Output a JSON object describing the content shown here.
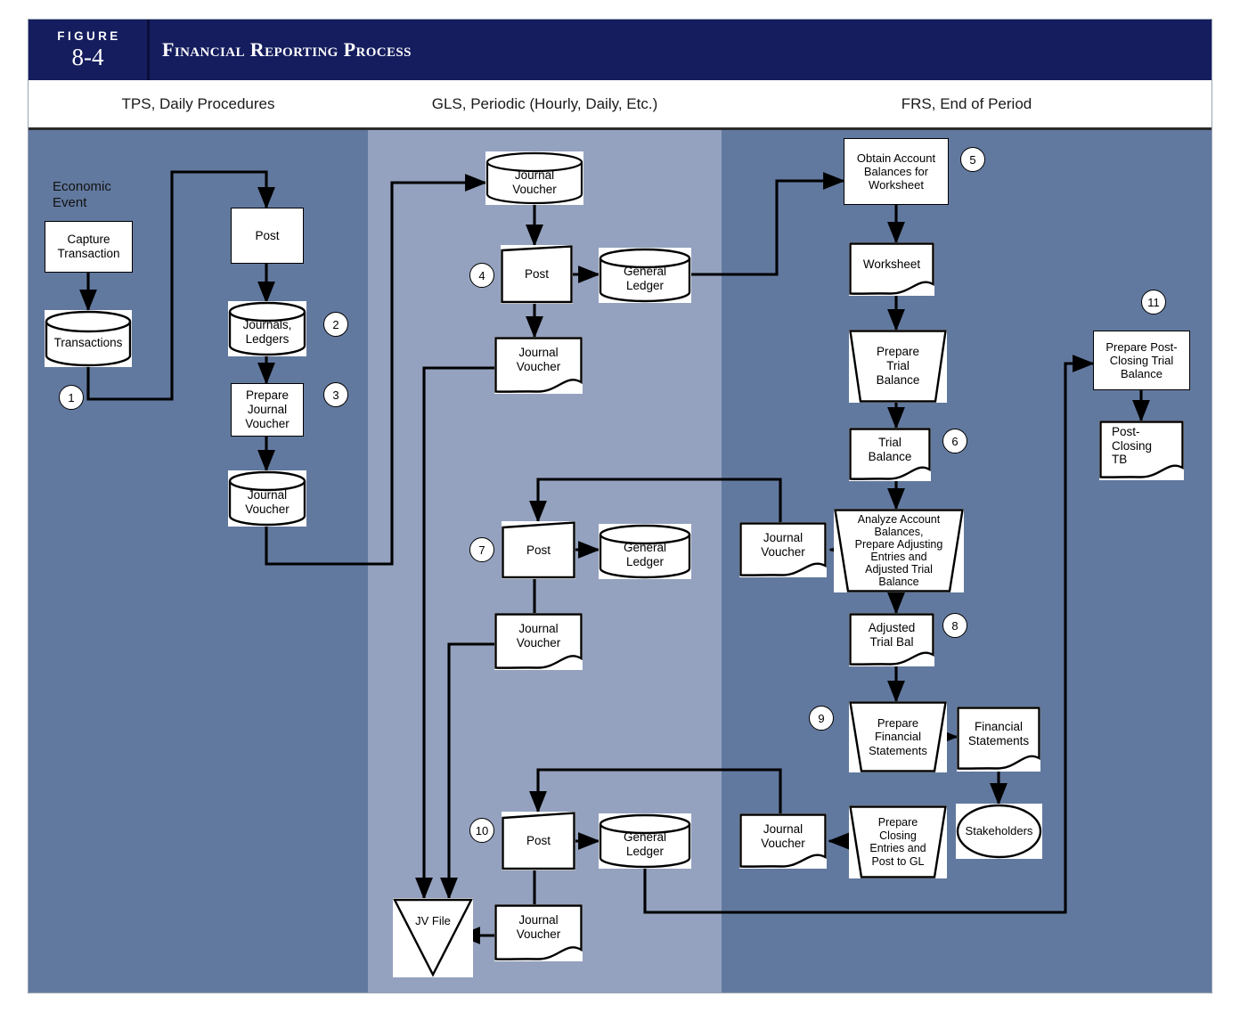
{
  "figure": {
    "word": "FIGURE",
    "number": "8-4",
    "title": "Financial Reporting Process"
  },
  "columns": [
    {
      "id": "tps",
      "label": "TPS, Daily Procedures"
    },
    {
      "id": "gls",
      "label": "GLS, Periodic (Hourly, Daily, Etc.)"
    },
    {
      "id": "frs",
      "label": "FRS, End of Period"
    }
  ],
  "colors": {
    "header_navy": "#151d5e",
    "lane_dark": "#62799f",
    "lane_light": "#94a2bf",
    "shape_fill": "#ffffff",
    "line": "#000000"
  },
  "free_labels": [
    {
      "name": "economic-event",
      "text": "Economic\nEvent"
    }
  ],
  "steps": [
    {
      "n": "1"
    },
    {
      "n": "2"
    },
    {
      "n": "3"
    },
    {
      "n": "4"
    },
    {
      "n": "5"
    },
    {
      "n": "6"
    },
    {
      "n": "7"
    },
    {
      "n": "8"
    },
    {
      "n": "9"
    },
    {
      "n": "10"
    },
    {
      "n": "11"
    }
  ],
  "nodes": {
    "capture_transaction": {
      "label": "Capture\nTransaction",
      "shape": "process"
    },
    "transactions_file": {
      "label": "Transactions",
      "shape": "disk"
    },
    "post_tps": {
      "label": "Post",
      "shape": "process"
    },
    "journals_ledgers": {
      "label": "Journals,\nLedgers",
      "shape": "disk"
    },
    "prepare_journal_voucher": {
      "label": "Prepare\nJournal\nVoucher",
      "shape": "process"
    },
    "journal_voucher_tps_disk": {
      "label": "Journal\nVoucher",
      "shape": "disk"
    },
    "journal_voucher_gls_disk": {
      "label": "Journal\nVoucher",
      "shape": "disk"
    },
    "post_gls_4": {
      "label": "Post",
      "shape": "manual"
    },
    "general_ledger_4": {
      "label": "General\nLedger",
      "shape": "disk"
    },
    "journal_voucher_doc_4": {
      "label": "Journal\nVoucher",
      "shape": "document"
    },
    "post_gls_7": {
      "label": "Post",
      "shape": "manual"
    },
    "general_ledger_7": {
      "label": "General\nLedger",
      "shape": "disk"
    },
    "journal_voucher_doc_7": {
      "label": "Journal\nVoucher",
      "shape": "document"
    },
    "post_gls_10": {
      "label": "Post",
      "shape": "manual"
    },
    "general_ledger_10": {
      "label": "General\nLedger",
      "shape": "disk"
    },
    "journal_voucher_doc_10": {
      "label": "Journal\nVoucher",
      "shape": "document"
    },
    "jv_file": {
      "label": "JV File",
      "shape": "triangle"
    },
    "obtain_account_balances": {
      "label": "Obtain Account\nBalances for\nWorksheet",
      "shape": "process"
    },
    "worksheet": {
      "label": "Worksheet",
      "shape": "document"
    },
    "prepare_trial_balance": {
      "label": "Prepare\nTrial\nBalance",
      "shape": "manual"
    },
    "trial_balance": {
      "label": "Trial\nBalance",
      "shape": "document"
    },
    "analyze_account_balances": {
      "label": "Analyze Account\nBalances,\nPrepare Adjusting\nEntries and\nAdjusted Trial\nBalance",
      "shape": "manual"
    },
    "journal_voucher_frs_adj": {
      "label": "Journal\nVoucher",
      "shape": "document"
    },
    "adjusted_trial_bal": {
      "label": "Adjusted\nTrial Bal",
      "shape": "document"
    },
    "prepare_financial_statements": {
      "label": "Prepare\nFinancial\nStatements",
      "shape": "manual"
    },
    "financial_statements": {
      "label": "Financial\nStatements",
      "shape": "document"
    },
    "stakeholders": {
      "label": "Stakeholders",
      "shape": "terminator"
    },
    "prepare_closing_entries": {
      "label": "Prepare\nClosing\nEntries and\nPost to GL",
      "shape": "manual"
    },
    "journal_voucher_frs_close": {
      "label": "Journal\nVoucher",
      "shape": "document"
    },
    "prepare_post_closing_tb": {
      "label": "Prepare Post-\nClosing Trial\nBalance",
      "shape": "process"
    },
    "post_closing_tb": {
      "label": "Post-\nClosing\nTB",
      "shape": "document"
    }
  }
}
